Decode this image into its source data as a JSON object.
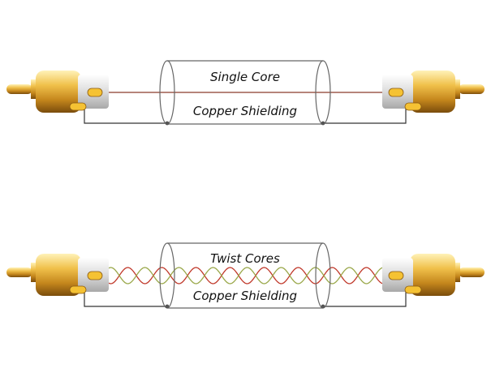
{
  "diagrams": [
    {
      "id": "single",
      "cable_type_label": "Single Core",
      "shield_label": "Copper Shielding",
      "core": "single",
      "core_color": "#8b3a2b"
    },
    {
      "id": "twist",
      "cable_type_label": "Twist Cores",
      "shield_label": "Copper Shielding",
      "core": "twisted",
      "core_colors": [
        "#c0392b",
        "#9aa84a"
      ]
    }
  ],
  "colors": {
    "gold_light": "#ffe9a0",
    "gold_mid": "#e8b23a",
    "gold_dark": "#8a5a10",
    "sleeve": "#e8e8e8",
    "shield_wire": "#333333",
    "tube_outline": "#666666"
  }
}
